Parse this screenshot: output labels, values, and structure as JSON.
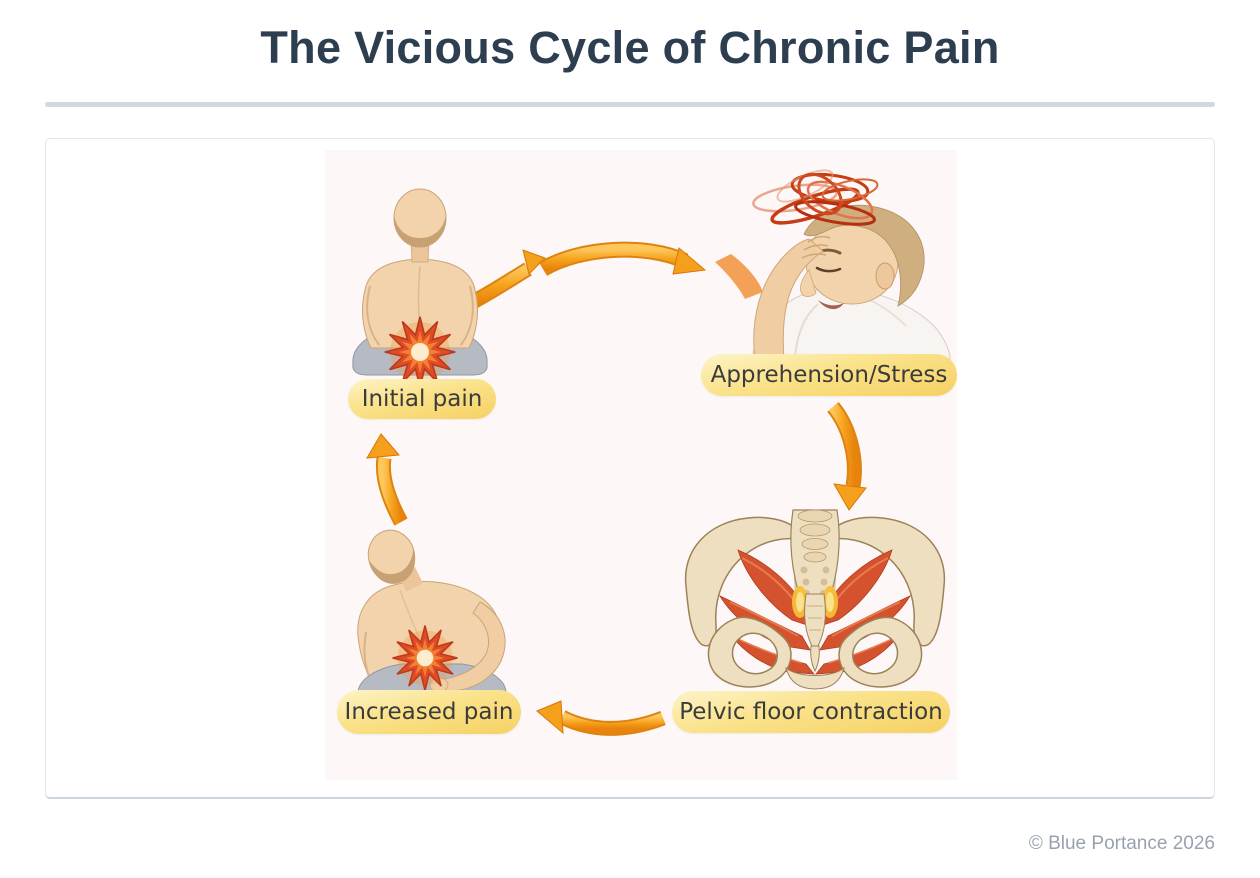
{
  "header": {
    "title": "The Vicious Cycle of Chronic Pain"
  },
  "diagram": {
    "type": "cycle",
    "stages": [
      {
        "id": "initial-pain",
        "label": "Initial pain"
      },
      {
        "id": "apprehension-stress",
        "label": "Apprehension/Stress"
      },
      {
        "id": "pelvic-floor-contraction",
        "label": "Pelvic floor contraction"
      },
      {
        "id": "increased-pain",
        "label": "Increased pain"
      }
    ],
    "flow": [
      "initial-pain → apprehension-stress",
      "apprehension-stress → pelvic-floor-contraction",
      "pelvic-floor-contraction → increased-pain",
      "increased-pain → initial-pain"
    ]
  },
  "footer": {
    "copyright": "© Blue Portance 2026"
  },
  "colors": {
    "title_text": "#2d3e50",
    "divider": "#d2d8dc",
    "label_pill_top": "#fdf4c8",
    "label_pill_bottom": "#f6d164",
    "label_text": "#3b3b3b",
    "arrow_orange": "#f6a21c",
    "pain_burst_red": "#e04b26",
    "stress_scribble_red": "#c63c14",
    "muscle_red": "#d4532e",
    "bone": "#efdfc1",
    "skin": "#f2d3ab",
    "footer_text": "#99a1b0"
  }
}
